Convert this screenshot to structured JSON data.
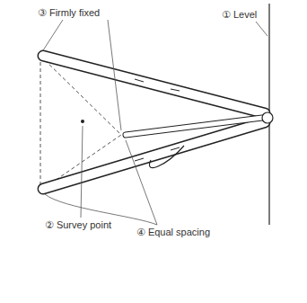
{
  "diagram": {
    "labels": [
      "① Level",
      "② Survey point",
      "③ Firmly fixed",
      "④ Equal spacing"
    ]
  }
}
